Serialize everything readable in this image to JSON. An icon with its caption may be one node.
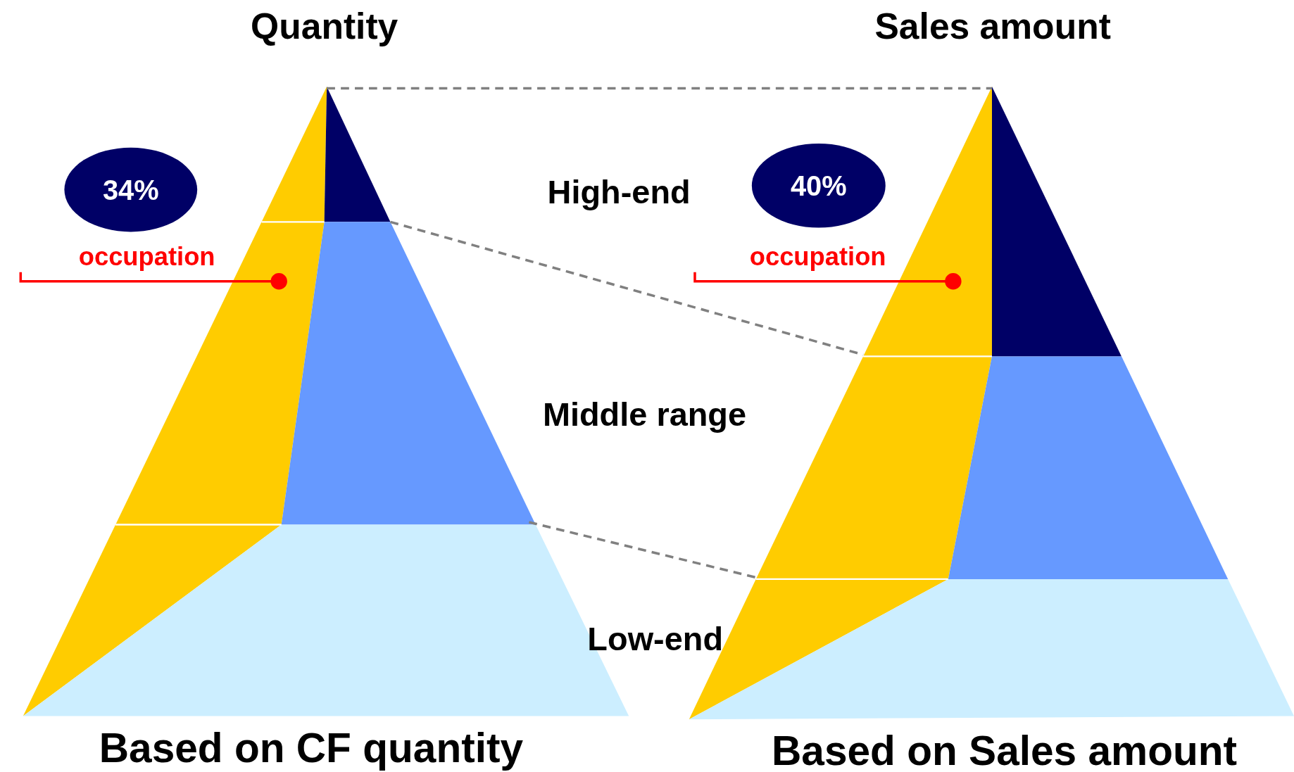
{
  "diagram": {
    "nodes": [
      {
        "text": [
          "34%"
        ]
      },
      {
        "text": [
          "occupation"
        ]
      },
      {
        "text": [
          "40%"
        ]
      },
      {
        "text": [
          "occupation"
        ]
      }
    ],
    "edges": [
      {
        "from": 1,
        "to": null,
        "arrow": "other"
      },
      {
        "from": 3,
        "to": null,
        "arrow": "other"
      }
    ],
    "labels": [
      "Quantity",
      "Sales amount",
      "High-end",
      "Middle range",
      "Low-end",
      "Based on CF quantity",
      "Based on Sales amount"
    ]
  }
}
